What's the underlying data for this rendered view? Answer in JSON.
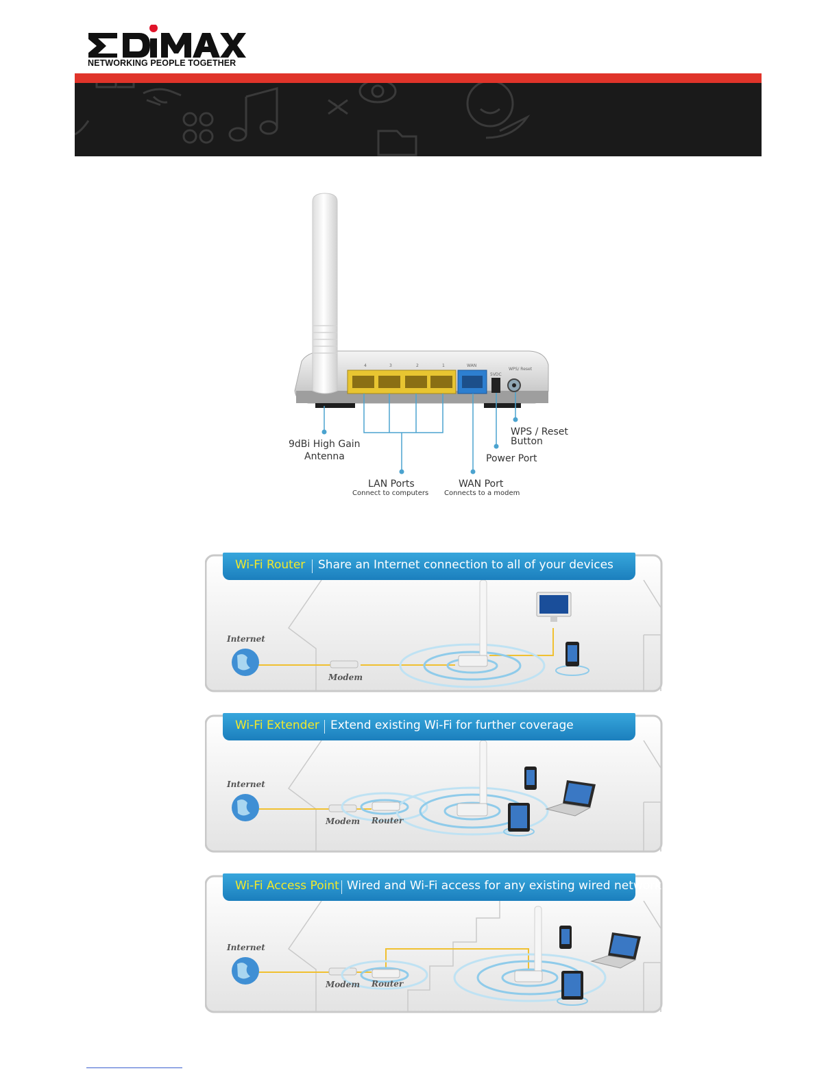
{
  "header": {
    "brand": "EDIMAX",
    "tagline": "NETWORKING PEOPLE TOGETHER",
    "accent_color": "#e0342a",
    "banner_color": "#1a1a1a"
  },
  "router_diagram": {
    "port_labels": [
      "4",
      "3",
      "2",
      "1",
      "WAN",
      "5VDC",
      "WPS/ Reset"
    ],
    "callouts": {
      "antenna": "9dBi High Gain\nAntenna",
      "wps": "WPS / Reset\nButton",
      "power": "Power Port",
      "lan": "LAN Ports",
      "lan_sub": "Connect to computers",
      "wan": "WAN Port",
      "wan_sub": "Connects to a modem"
    }
  },
  "panels": [
    {
      "mode": "Wi-Fi Router",
      "description": "Share an Internet connection to all of your devices",
      "internet": "Internet",
      "labels": [
        "Modem"
      ]
    },
    {
      "mode": "Wi-Fi Extender",
      "description": "Extend existing Wi-Fi for further coverage",
      "internet": "Internet",
      "labels": [
        "Modem",
        "Router"
      ]
    },
    {
      "mode": "Wi-Fi Access Point",
      "description": "Wired and Wi-Fi access for any existing wired network",
      "internet": "Internet",
      "labels": [
        "Modem",
        "Router"
      ]
    }
  ],
  "colors": {
    "bar_blue": "#1b7fbd",
    "mode_yellow": "#f2e92a",
    "lan_yellow": "#e8c531",
    "wan_blue": "#2d7fd0",
    "wire_yellow": "#f0c030"
  }
}
